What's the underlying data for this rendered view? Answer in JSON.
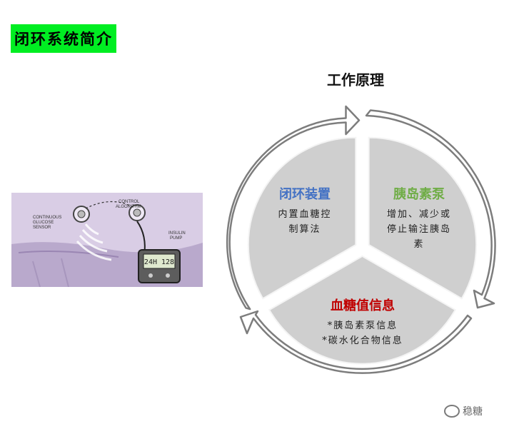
{
  "header": {
    "title": "闭环系统简介"
  },
  "photo": {
    "labels": {
      "cgm": "CONTINUOUS\nGLUCOSE\nSENSOR",
      "algo": "CONTROL\nALGORITHM",
      "pump": "INSULIN\nPUMP",
      "display": "24H 128"
    }
  },
  "diagram": {
    "title": "工作原理",
    "segments": {
      "device": {
        "title": "闭环装置",
        "lines": [
          "内置血糖控",
          "制算法"
        ],
        "color": "#4472c4"
      },
      "pump": {
        "title": "胰岛素泵",
        "lines": [
          "增加、减少或",
          "停止输注胰岛",
          "素"
        ],
        "color": "#70ad47"
      },
      "glucose": {
        "title": "血糖值信息",
        "lines": [
          "*胰岛素泵信息",
          "*碳水化合物信息"
        ],
        "color": "#c00000"
      }
    }
  },
  "watermark": {
    "text": "稳糖"
  }
}
